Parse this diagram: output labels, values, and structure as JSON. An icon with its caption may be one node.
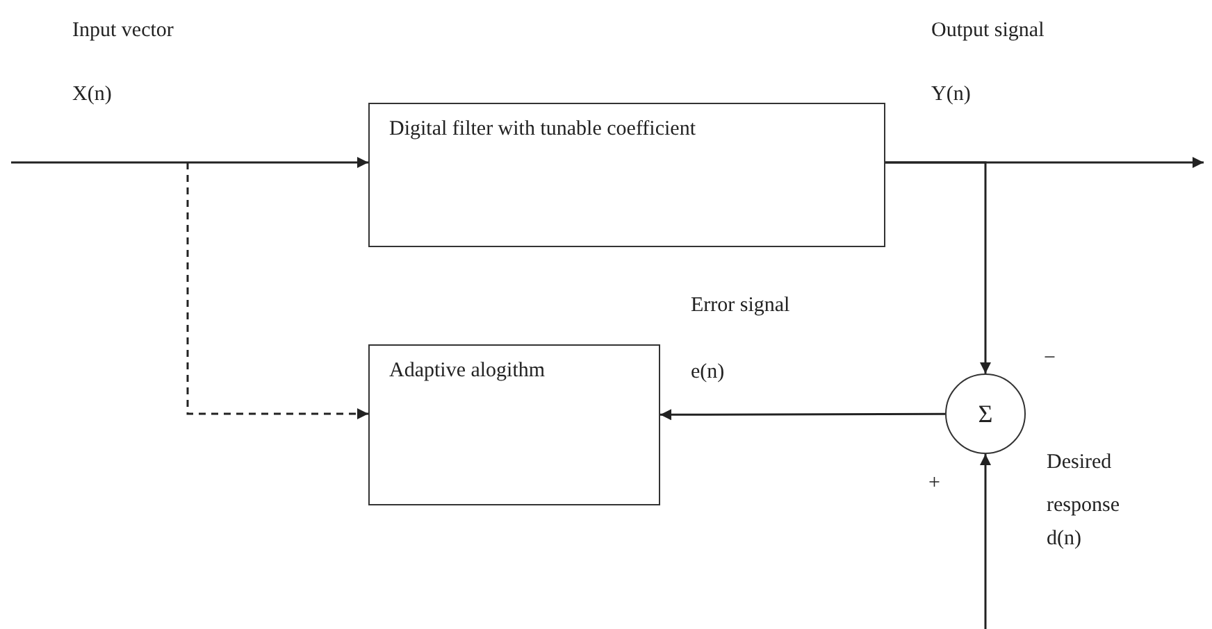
{
  "diagram": {
    "nodes": [
      {
        "text": [
          "Digital filter with tunable coefficient"
        ]
      },
      {
        "text": [
          "Adaptive alogithm"
        ]
      },
      {
        "text": [
          "Σ"
        ]
      }
    ],
    "edges": [
      {
        "from": null,
        "to": 0,
        "arrow": "to"
      },
      {
        "from": null,
        "to": 1,
        "arrow": "to",
        "style": "dashed"
      },
      {
        "from": 0,
        "to": null,
        "arrow": "to"
      },
      {
        "from": 0,
        "to": 2,
        "arrow": "to"
      },
      {
        "from": 2,
        "to": 1,
        "arrow": "to"
      },
      {
        "from": null,
        "to": 2,
        "arrow": "to"
      }
    ],
    "labels": [
      "Input vector",
      "X(n)",
      "Output signal",
      "Y(n)",
      "Error signal",
      "e(n)",
      "−",
      "Desired response",
      "d(n)",
      "+"
    ]
  }
}
